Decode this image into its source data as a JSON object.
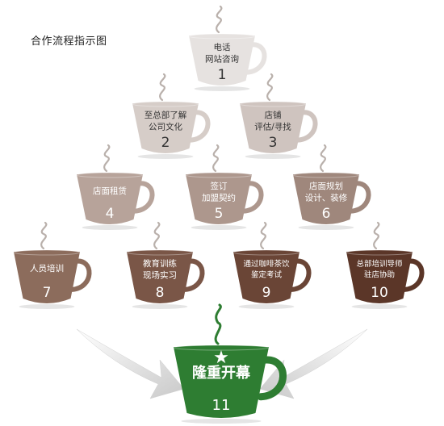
{
  "title": "合作流程指示图",
  "steps": [
    {
      "num": "1",
      "lines": [
        "电话",
        "网站咨询"
      ],
      "color": "#e6e2e0",
      "text_color": "#333333"
    },
    {
      "num": "2",
      "lines": [
        "至总部了解",
        "公司文化"
      ],
      "color": "#d6cdc8",
      "text_color": "#333333"
    },
    {
      "num": "3",
      "lines": [
        "店铺",
        "评估/寻找"
      ],
      "color": "#cfc4bf",
      "text_color": "#333333"
    },
    {
      "num": "4",
      "lines": [
        "店面租赁"
      ],
      "color": "#b7a39a",
      "text_color": "#ffffff"
    },
    {
      "num": "5",
      "lines": [
        "签订",
        "加盟契约"
      ],
      "color": "#ad978d",
      "text_color": "#ffffff"
    },
    {
      "num": "6",
      "lines": [
        "店面规划",
        "设计、装修"
      ],
      "color": "#9f877c",
      "text_color": "#ffffff"
    },
    {
      "num": "7",
      "lines": [
        "人员培训"
      ],
      "color": "#8c6c5c",
      "text_color": "#ffffff"
    },
    {
      "num": "8",
      "lines": [
        "教育训练",
        "现场实习"
      ],
      "color": "#7a5647",
      "text_color": "#ffffff"
    },
    {
      "num": "9",
      "lines": [
        "通过咖啡茶饮",
        "鉴定考试"
      ],
      "color": "#6a4536",
      "text_color": "#ffffff"
    },
    {
      "num": "10",
      "lines": [
        "总部培训导师",
        "驻店协助"
      ],
      "color": "#5b3628",
      "text_color": "#ffffff"
    }
  ],
  "final": {
    "num": "11",
    "lines": [
      "隆重开幕"
    ],
    "icon": "star-icon",
    "color": "#2e7d32",
    "text_color": "#ffffff"
  },
  "colors": {
    "arrow": "#d5d5d5",
    "steam_green": "#2e7d32"
  }
}
